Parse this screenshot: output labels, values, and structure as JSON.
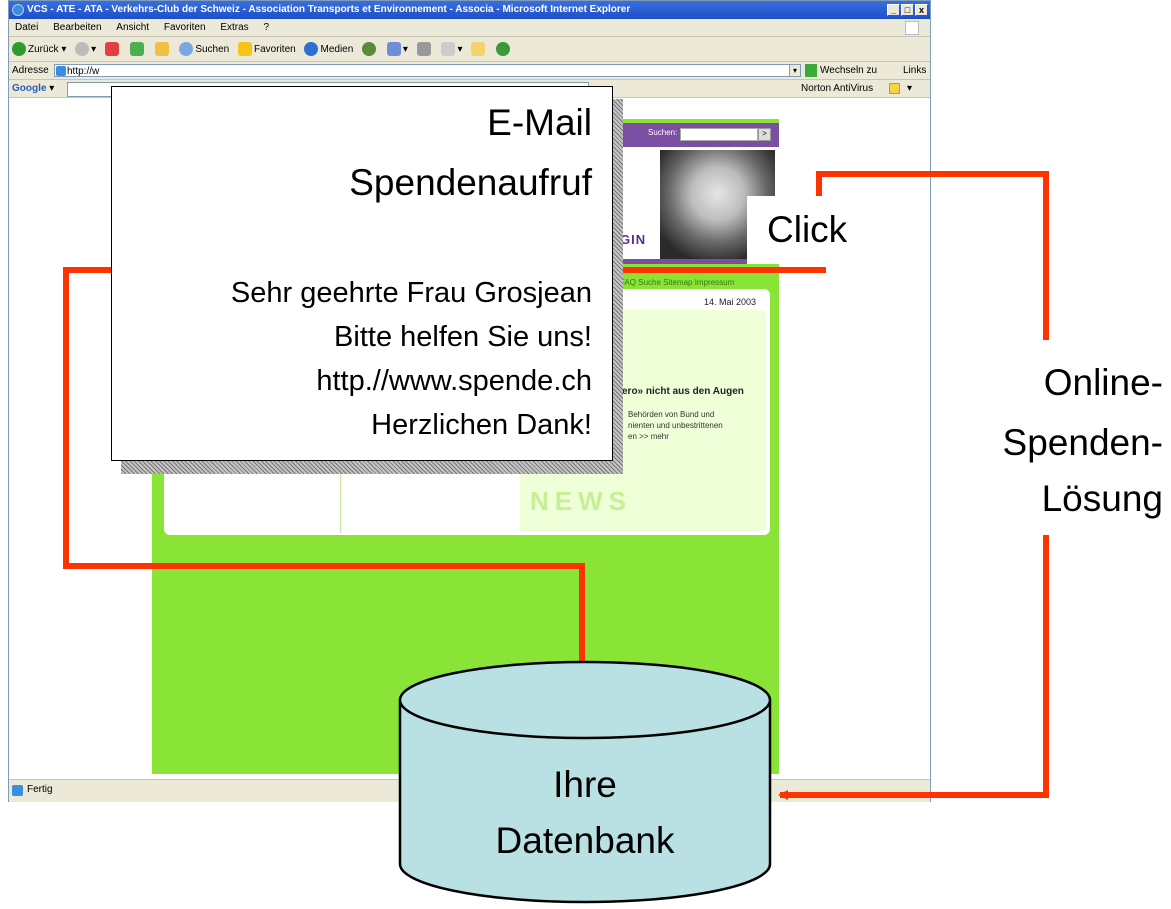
{
  "browser": {
    "title": "VCS - ATE - ATA - Verkehrs-Club der Schweiz - Association Transports et Environnement - Associa - Microsoft Internet Explorer",
    "window_buttons": [
      "_",
      "□",
      "x"
    ],
    "menu": [
      "Datei",
      "Bearbeiten",
      "Ansicht",
      "Favoriten",
      "Extras",
      "?"
    ],
    "toolbar": {
      "back": "Zurück",
      "search": "Suchen",
      "favorites": "Favoriten",
      "media": "Medien"
    },
    "address_label": "Adresse",
    "address_value": "http://w",
    "go_label": "Wechseln zu",
    "links_label": "Links",
    "google_label": "Google",
    "norton_label": "Norton AntiVirus",
    "status": "Fertig"
  },
  "site": {
    "search_label": "Suchen:",
    "search_go": ">",
    "header_initials": "GIN",
    "nav": "FAQ  Suche  Sitemap  Impressum",
    "date": "14. Mai 2003",
    "headline": "ero» nicht aus den Augen",
    "teaser_lines": [
      "Behörden von Bund und",
      "nienten und unbestrittenen",
      "en >> mehr"
    ],
    "news_label": "NEWS"
  },
  "email": {
    "title_line1": "E-Mail",
    "title_line2": "Spendenaufruf",
    "body_lines": [
      "Sehr geehrte Frau Grosjean",
      "Bitte helfen Sie uns!",
      "http.//www.spende.ch",
      "Herzlichen Dank!"
    ]
  },
  "diagram": {
    "click_label": "Click",
    "side_label_lines": [
      "Online-",
      "Spenden-",
      "Lösung"
    ],
    "database_lines": [
      "Ihre",
      "Datenbank"
    ],
    "line_color": "#ff3300",
    "db_fill": "#b9e0e3"
  }
}
